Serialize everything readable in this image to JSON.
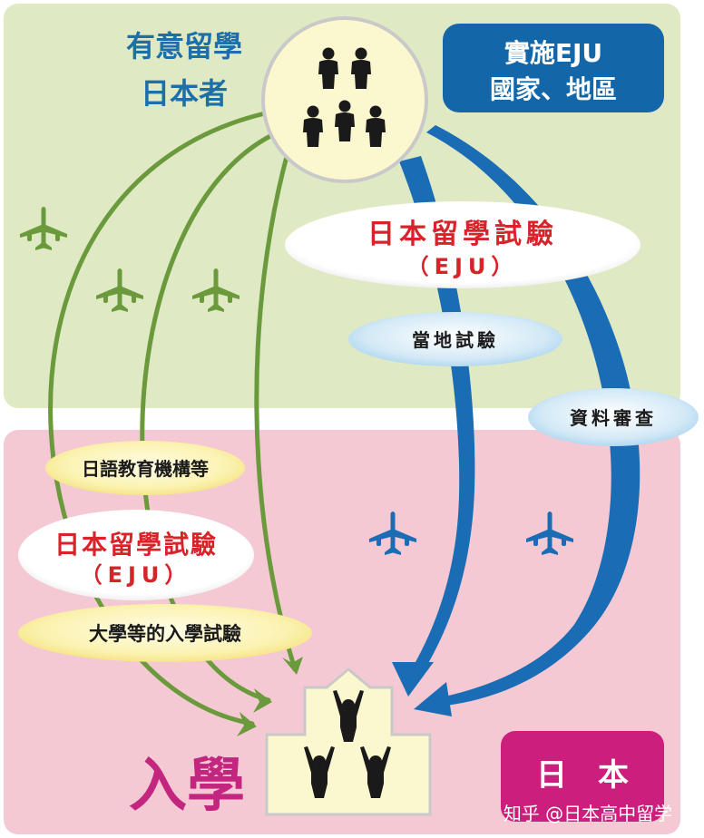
{
  "regions": {
    "origin_label_line1": "有意留學",
    "origin_label_line2": "日本者",
    "eju_country_line1": "實施EJU",
    "eju_country_line2": "國家、地區",
    "japan_label": "日　本",
    "admission_label": "入學"
  },
  "routes": {
    "eju_top_line1": "日本留學試驗",
    "eju_top_line2": "（EJU）",
    "local_exam": "當地試驗",
    "document_review": "資料審查",
    "language_school": "日語教育機構等",
    "eju_bottom_line1": "日本留學試驗",
    "eju_bottom_line2": "（EJU）",
    "university_exam": "大學等的入學試驗"
  },
  "watermark": "知乎 @日本高中留学",
  "colors": {
    "top_region": "#dfe9c4",
    "bottom_region": "#f4c9d3",
    "green_route": "#6a9a3c",
    "blue_route": "#1a6db4",
    "title_blue": "#1d6fa8",
    "eju_red": "#d8232a",
    "admission_magenta": "#c2267f",
    "japan_badge": "#cc1e7d",
    "eju_badge": "#1367a8",
    "person": "#1a1a1a",
    "origin_circle": "#fbf7cf"
  }
}
